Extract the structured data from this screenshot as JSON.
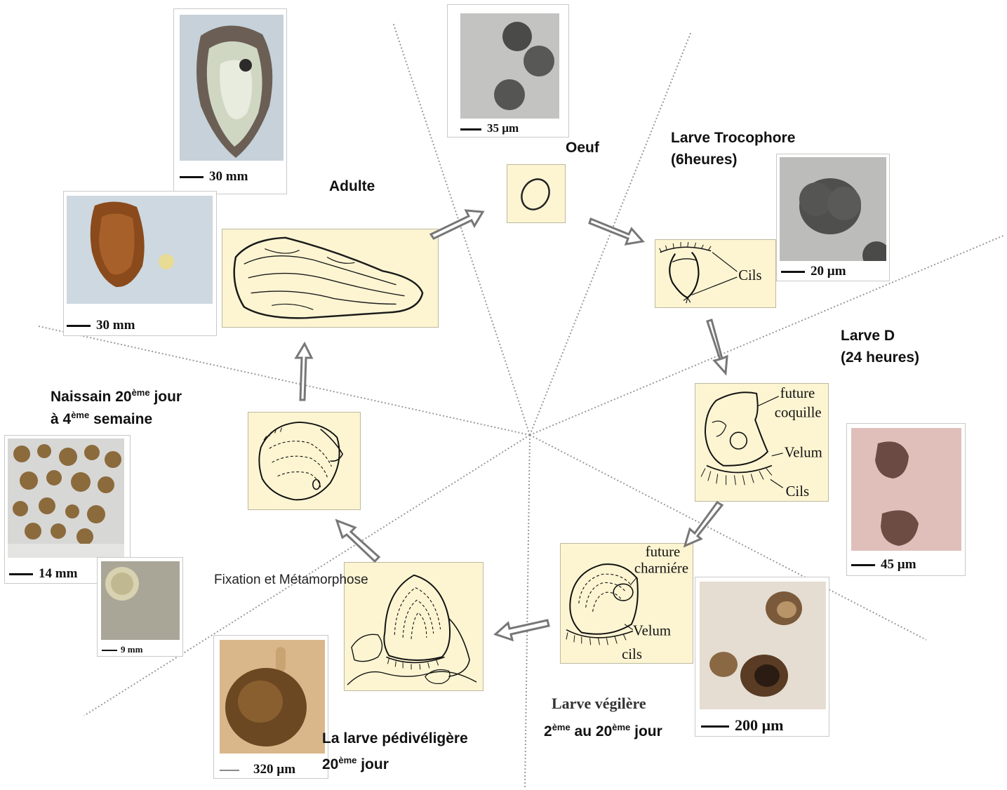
{
  "stages": {
    "oeuf": "Oeuf",
    "adulte": "Adulte",
    "trocophore_line1": "Larve Trocophore",
    "trocophore_line2": "(6heures)",
    "larve_d_line1": "Larve D",
    "larve_d_line2": "(24 heures)",
    "naissain_line1_a": "Naissain 20",
    "naissain_line1_sup": "ème",
    "naissain_line1_b": " jour",
    "naissain_line2_a": "à 4",
    "naissain_line2_sup": "ème",
    "naissain_line2_b": " semaine",
    "fixation": "Fixation et Métamorphose",
    "pediveligere_line1": "La larve pédivéligère",
    "pediveligere_line2_a": "20",
    "pediveligere_line2_sup": "ème",
    "pediveligere_line2_b": " jour",
    "vegilere_line1": "Larve végilère",
    "vegilere_line2_a": "2",
    "vegilere_line2_sup": "ème",
    "vegilere_line2_b": " au 20",
    "vegilere_line2_sup2": "ème",
    "vegilere_line2_c": " jour"
  },
  "scales": {
    "egg": "35 µm",
    "adult_top": "30 mm",
    "adult_bottom": "30 mm",
    "trocophore": "20 µm",
    "larve_d": "45 µm",
    "vegilere": "200 µm",
    "naissain": "14 mm",
    "naissain_small": "9 mm",
    "pediveligere": "320 µm"
  },
  "annotations": {
    "trocophore_cils": "Cils",
    "d_future": "future",
    "d_coquille": "coquille",
    "d_velum": "Velum",
    "d_cils": "Cils",
    "v_future": "future",
    "v_charniere": "charniére",
    "v_velum": "Velum",
    "v_cils": "cils"
  },
  "colors": {
    "drawing_bg": "#fdf5d2",
    "arrow": "#777777",
    "ray": "#9a9a9a"
  }
}
